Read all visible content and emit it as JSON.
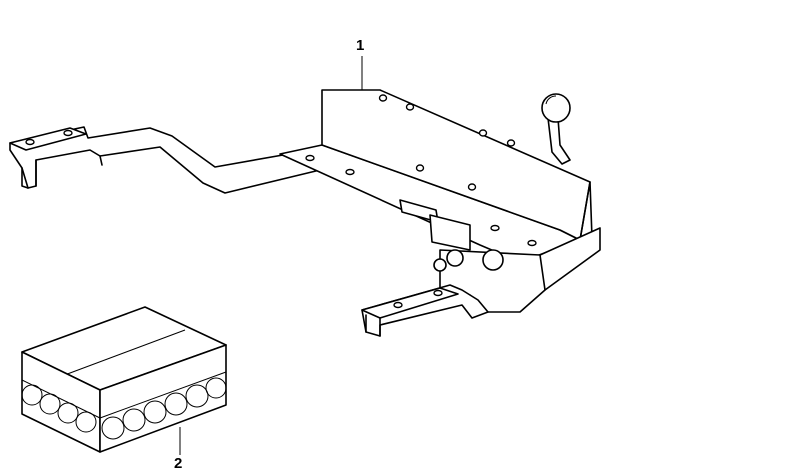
{
  "callouts": {
    "part1": "1",
    "part2": "2"
  },
  "icons": {
    "part1": "tow-hitch-assembly",
    "part2": "cable-box-package"
  }
}
